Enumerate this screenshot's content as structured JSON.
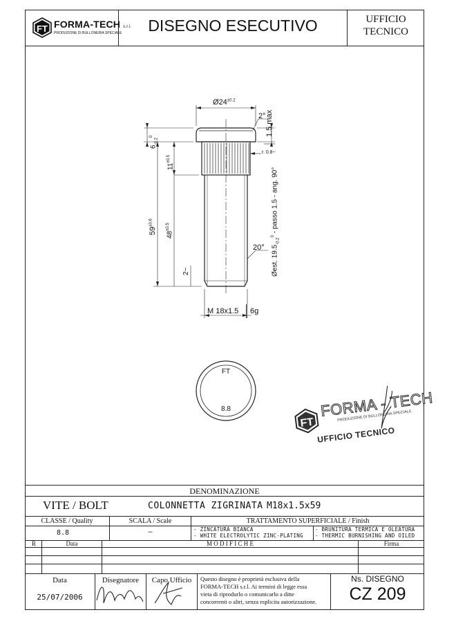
{
  "header": {
    "logo_name": "FORMA-TECH",
    "logo_suffix": "s.r.l.",
    "logo_tagline": "PRODUZIONE DI BULLONERIA SPECIALE",
    "title": "DISEGNO ESECUTIVO",
    "office_line1": "UFFICIO",
    "office_line2": "TECNICO"
  },
  "drawing": {
    "dim_head_diameter": "Ø24",
    "dim_head_diameter_tol": "±0.2",
    "dim_chamfer_angle": "2°",
    "dim_head_height": "1.5 max",
    "dim_head_thickness": "6",
    "dim_head_thickness_tol_upper": "0",
    "dim_head_thickness_tol_lower": "-0.2",
    "dim_radius": "r. 0.8~",
    "dim_knurl_length": "11",
    "dim_knurl_length_tol": "±0.5",
    "dim_total_length": "59",
    "dim_total_length_tol": "±0.6",
    "dim_thread_length": "48",
    "dim_thread_length_tol": "±0.5",
    "dim_knurl_spec": "Øest. 19.5",
    "dim_knurl_spec_tol": "-0.2",
    "dim_knurl_spec_tol_upper": "0",
    "dim_knurl_spec_rest": "- passo 1.5 - ang. 90°",
    "dim_tip_angle": "20°",
    "dim_tip_length": "2~",
    "thread_label": "M 18x1.5",
    "thread_class": "6g",
    "head_mark_top": "FT",
    "head_mark_bottom": "8.8"
  },
  "stamp": {
    "name": "FORMA - TECH",
    "tagline": "PRODUZIONE DI BULLONERIA SPECIALE",
    "office": "UFFICIO TECNICO"
  },
  "titleblock": {
    "denominazione_label": "DENOMINAZIONE",
    "part_type": "VITE / BOLT",
    "part_name": "COLONNETTA ZIGRINATA",
    "part_size": "M18x1.5x59",
    "class_label": "CLASSE / Quality",
    "class_value": "8.8",
    "scale_label": "SCALA / Scale",
    "scale_value": "–",
    "treatment_label": "TRATTAMENTO SUPERFICIALE / Finish",
    "treatment_1a": "- ZINCATURA BIANCA",
    "treatment_1b": "- WHITE ELECTROLYTIC ZINC-PLATING",
    "treatment_2a": "- BRUNITURA TERMICA E OLEATURA",
    "treatment_2b": "- THERMIC BURNISHING AND OILED",
    "rev_label": "R",
    "rev_date_label": "Data",
    "modifiche_label": "M O D I F I C H E",
    "firma_label": "Firma",
    "data_label": "Data",
    "data_value": "25/07/2006",
    "designer_label": "Disegnatore",
    "chief_label": "Capo Ufficio",
    "notice": [
      "Questo disegno è proprietà esclusiva della",
      "FORMA-TECH s.r.l. Ai termini di legge essa",
      "vieta di riprodurlo o comunicarlo a ditte",
      "concorrenti o altri, senza esplicita autorizzazione."
    ],
    "drawing_no_label": "Ns. DISEGNO",
    "drawing_no": "CZ 209"
  }
}
